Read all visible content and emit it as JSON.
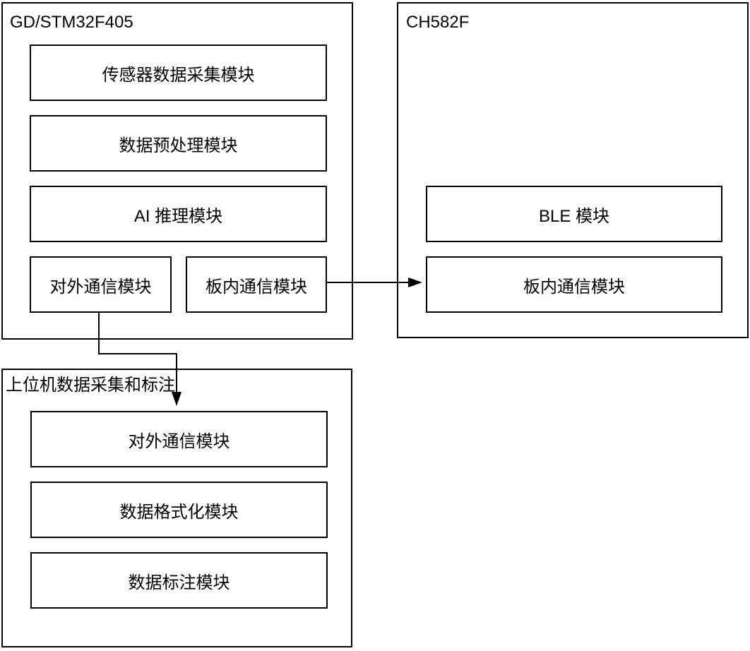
{
  "diagram": {
    "type": "block-diagram",
    "background_color": "#ffffff",
    "stroke_color": "#000000",
    "text_color": "#000000",
    "containers": [
      {
        "title": "GD/STM32F405",
        "modules": [
          {
            "label": "传感器数据采集模块"
          },
          {
            "label": "数据预处理模块"
          },
          {
            "label": "AI 推理模块"
          },
          {
            "label": "对外通信模块"
          },
          {
            "label": "板内通信模块"
          }
        ]
      },
      {
        "title": "CH582F",
        "modules": [
          {
            "label": "BLE 模块"
          },
          {
            "label": "板内通信模块"
          }
        ]
      },
      {
        "title": "上位机数据采集和标注",
        "modules": [
          {
            "label": "对外通信模块"
          },
          {
            "label": "数据格式化模块"
          },
          {
            "label": "数据标注模块"
          }
        ]
      }
    ],
    "connections": [
      {
        "from": "GD/STM32F405 · 板内通信模块",
        "to": "CH582F · 板内通信模块",
        "style": "straight-arrow-right"
      },
      {
        "from": "GD/STM32F405 · 对外通信模块",
        "to": "上位机数据采集和标注 · 对外通信模块",
        "style": "elbow-arrow-down"
      }
    ]
  }
}
